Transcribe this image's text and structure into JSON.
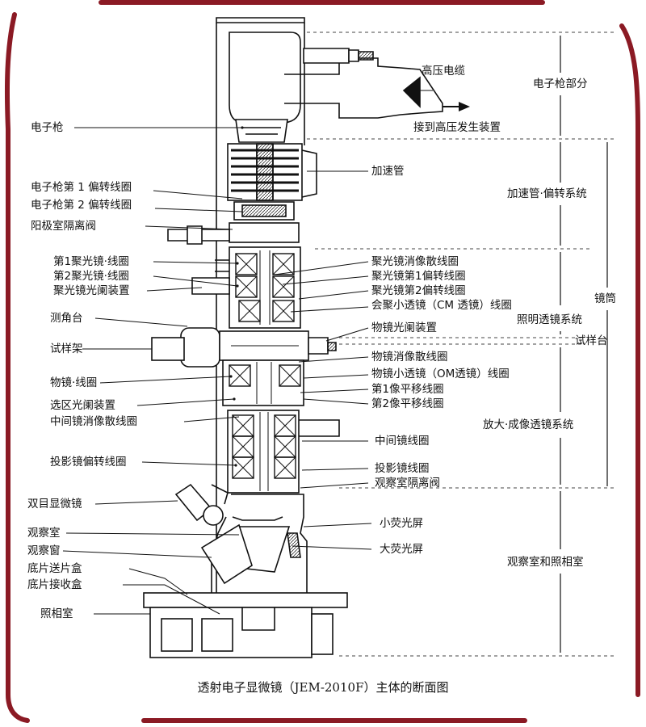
{
  "left_labels": [
    "电子枪",
    "电子枪第 1 偏转线圈",
    "电子枪第 2 偏转线圈",
    "阳极室隔离阀",
    "第1聚光镜·线圈",
    "第2聚光镜·线圈",
    "聚光镜光阑装置",
    "测角台",
    "试样架",
    "物镜·线圈",
    "选区光阑装置",
    "中间镜消像散线圈",
    "投影镜偏转线圈",
    "双目显微镜",
    "观察室",
    "观察窗",
    "底片送片盒",
    "底片接收盒",
    "照相室"
  ],
  "right_labels": [
    "高压电缆",
    "接到高压发生装置",
    "加速管",
    "聚光镜消像散线圈",
    "聚光镜第1偏转线圈",
    "聚光镜第2偏转线圈",
    "会聚小透镜（CM 透镜）线圈",
    "物镜光阑装置",
    "物镜消像散线圈",
    "物镜小透镜（OM透镜）线圈",
    "第1像平移线圈",
    "第2像平移线圈",
    "中间镜线圈",
    "投影镜线圈",
    "观察室隔离阀",
    "小荧光屏",
    "大荧光屏"
  ],
  "sections": [
    "电子枪部分",
    "加速管·偏转系统",
    "照明透镜系统",
    "试样台",
    "放大·成像透镜系统",
    "观察室和照相室",
    "镜筒"
  ],
  "caption": "透射电子显微镜（JEM-2010F）主体的断面图",
  "colors": {
    "frame": "#8b1a24",
    "line": "#111111"
  }
}
